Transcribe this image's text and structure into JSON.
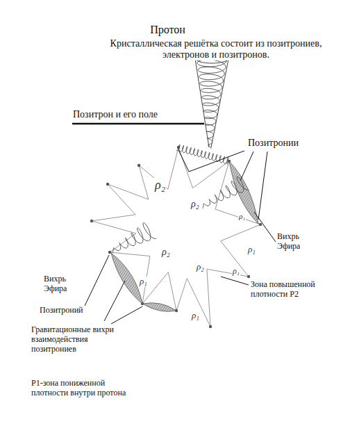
{
  "diagram": {
    "title": "Протон",
    "labels": [
      "Кристаллическая решётка состоит из позитрониев, электронов и позитронов.",
      "Позитрон и его поле",
      "Позитронии",
      "Вихрь Эфира",
      "Вихрь Эфира",
      "Позитроний",
      "Гравитационные вихри взаимодействия позитрониев",
      "Зона повышенной плотности P2",
      "P1-зона пониженной плотности внутри протона",
      "ρ₂",
      "ρ₂",
      "ρ₂",
      "ρ₂",
      "ρ₁",
      "ρ₁",
      "ρ₁",
      "ρ₁",
      "ρ₁"
    ]
  }
}
